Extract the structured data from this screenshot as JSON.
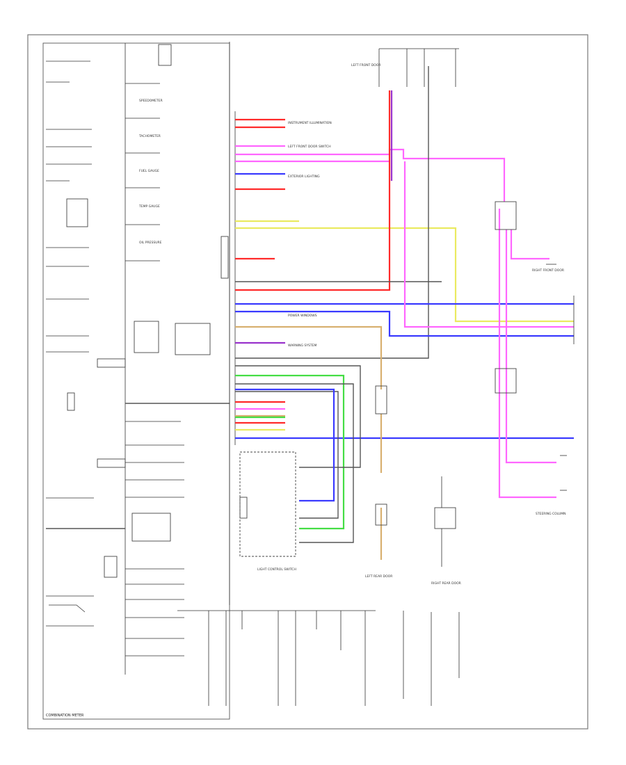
{
  "diagram": {
    "component_label": "COMBINATION METER",
    "footer_code": "",
    "gauges": [
      "SPEEDOMETER",
      "TACHOMETER",
      "FUEL GAUGE",
      "TEMP GAUGE",
      "OIL PRESSURE"
    ],
    "connectors_right_labels": [
      "INSTRUMENT ILLUMINATION",
      "LEFT FRONT DOOR SWITCH",
      "EXTERIOR LIGHTING",
      "POWER WINDOWS",
      "WARNING SYSTEM"
    ],
    "modules": [
      "LEFT FRONT DOOR",
      "RIGHT FRONT DOOR",
      "STEERING COLUMN",
      "LIGHT CONTROL SWITCH",
      "LEFT REAR DOOR",
      "RIGHT REAR DOOR"
    ],
    "wire_colors": {
      "red": "#ff2a2a",
      "magenta": "#ff66ff",
      "blue": "#3a3aff",
      "yellow": "#eaea60",
      "green": "#44dd44",
      "tan": "#d8b070",
      "purple": "#9933cc",
      "gray": "#555555"
    }
  }
}
